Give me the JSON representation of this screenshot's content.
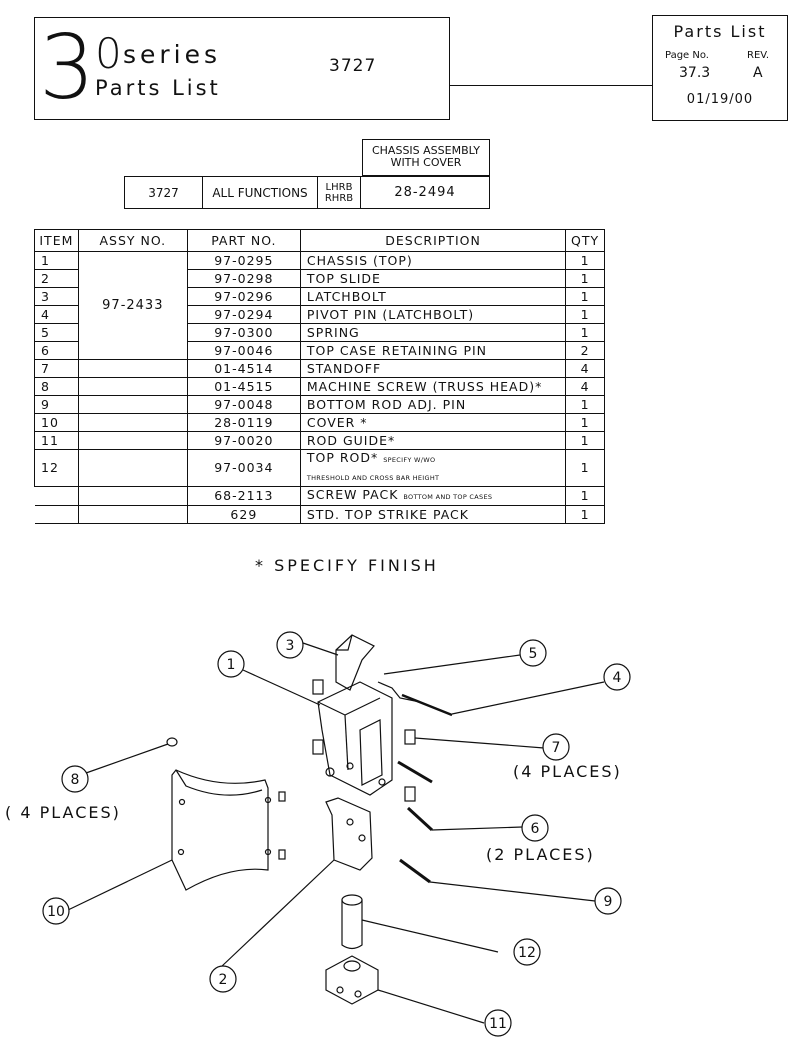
{
  "header": {
    "series_number": "3",
    "series_zero": "0",
    "series_word": "series",
    "parts_list": "Parts List",
    "model": "3727"
  },
  "parts_list_box": {
    "title": "Parts List",
    "page_label": "Page No.",
    "rev_label": "REV.",
    "page": "37.3",
    "rev": "A",
    "date": "01/19/00"
  },
  "assembly": {
    "heading": "CHASSIS ASSEMBLY WITH COVER",
    "model": "3727",
    "functions": "ALL FUNCTIONS",
    "hand_1": "LHRB",
    "hand_2": "RHRB",
    "part_no": "28-2494"
  },
  "parts_table": {
    "columns": [
      "ITEM",
      "ASSY NO.",
      "PART NO.",
      "DESCRIPTION",
      "QTY"
    ],
    "assy_group": "97-2433",
    "rows": [
      {
        "item": "1",
        "part": "97-0295",
        "desc": "CHASSIS (TOP)",
        "qty": "1"
      },
      {
        "item": "2",
        "part": "97-0298",
        "desc": "TOP SLIDE",
        "qty": "1"
      },
      {
        "item": "3",
        "part": "97-0296",
        "desc": "LATCHBOLT",
        "qty": "1"
      },
      {
        "item": "4",
        "part": "97-0294",
        "desc": "PIVOT PIN (LATCHBOLT)",
        "qty": "1"
      },
      {
        "item": "5",
        "part": "97-0300",
        "desc": "SPRING",
        "qty": "1"
      },
      {
        "item": "6",
        "part": "97-0046",
        "desc": "TOP CASE RETAINING PIN",
        "qty": "2"
      },
      {
        "item": "7",
        "part": "01-4514",
        "desc": "STANDOFF",
        "qty": "4"
      },
      {
        "item": "8",
        "part": "01-4515",
        "desc": "MACHINE SCREW (TRUSS HEAD)*",
        "qty": "4"
      },
      {
        "item": "9",
        "part": "97-0048",
        "desc": "BOTTOM ROD ADJ. PIN",
        "qty": "1"
      },
      {
        "item": "10",
        "part": "28-0119",
        "desc": "COVER *",
        "qty": "1"
      },
      {
        "item": "11",
        "part": "97-0020",
        "desc": "ROD GUIDE*",
        "qty": "1"
      },
      {
        "item": "12",
        "part": "97-0034",
        "desc": "TOP ROD*",
        "desc_note_1": "SPECIFY W/WO",
        "desc_note_2": "THRESHOLD AND CROSS BAR HEIGHT",
        "qty": "1"
      },
      {
        "item": "",
        "part": "68-2113",
        "desc": "SCREW PACK",
        "desc_note_1": "BOTTOM AND TOP CASES",
        "qty": "1"
      },
      {
        "item": "",
        "part": "629",
        "desc": "STD. TOP STRIKE PACK",
        "qty": "1"
      }
    ]
  },
  "footnote": "* SPECIFY FINISH",
  "diagram": {
    "callouts": [
      "1",
      "2",
      "3",
      "4",
      "5",
      "6",
      "7",
      "8",
      "9",
      "10",
      "11",
      "12"
    ],
    "places_7": "(4 PLACES)",
    "places_8": "( 4 PLACES)",
    "places_6": "(2 PLACES)"
  }
}
